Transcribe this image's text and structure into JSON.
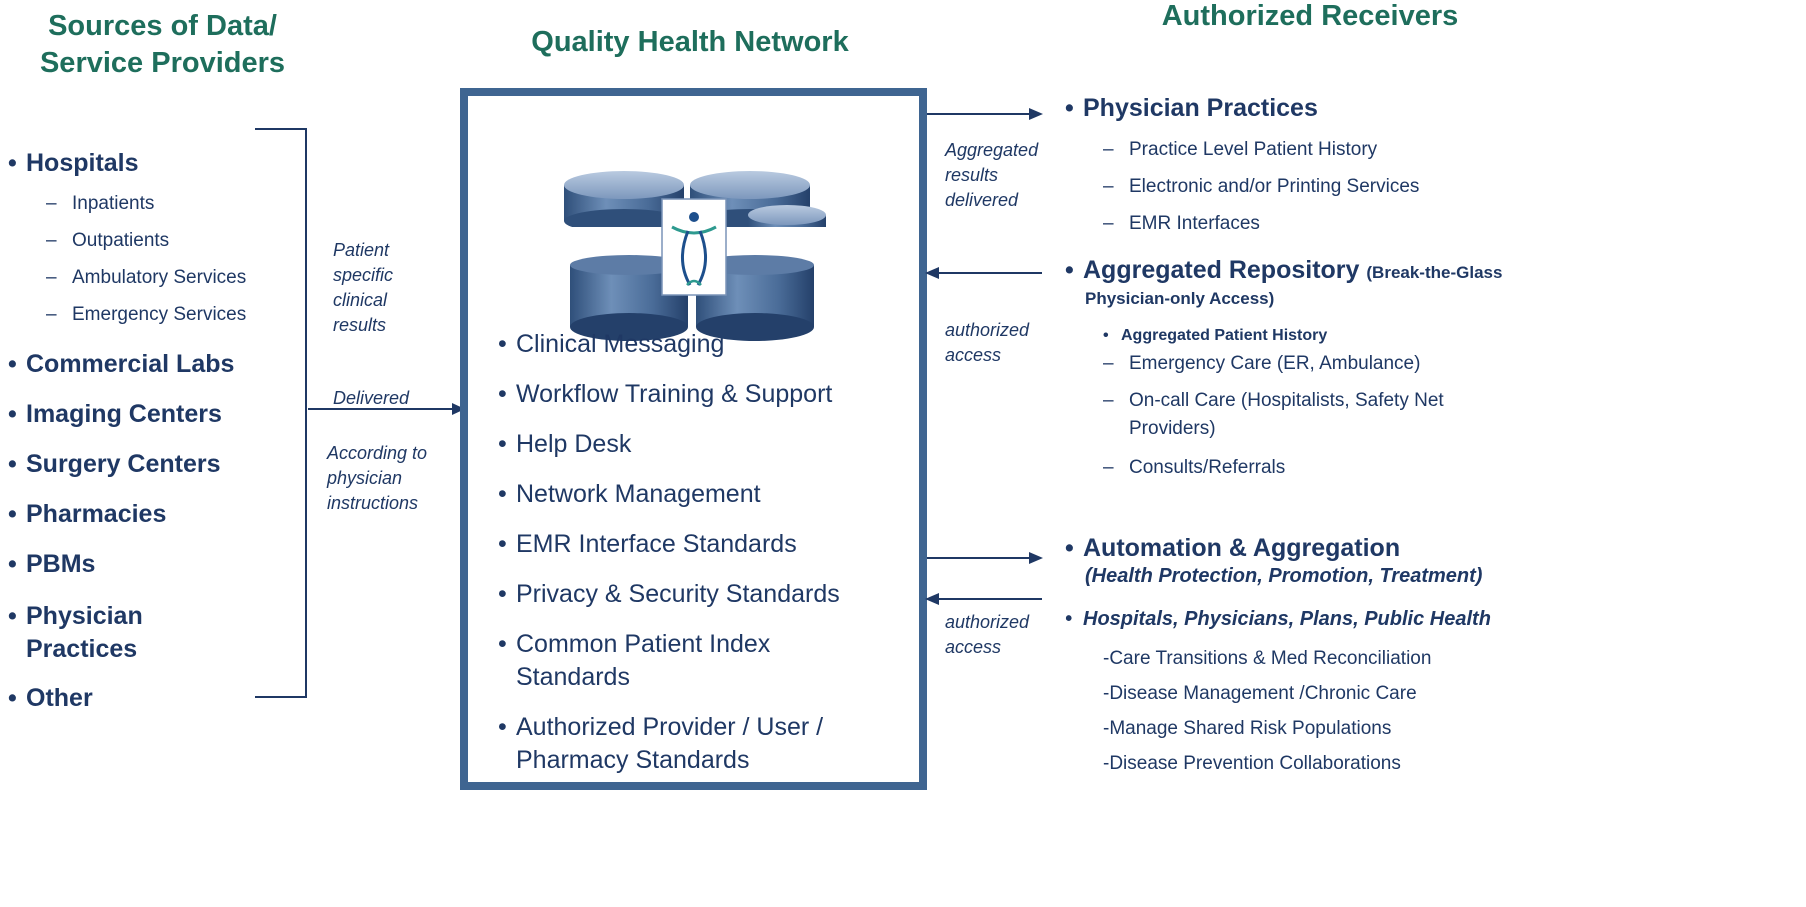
{
  "headers": {
    "sources": [
      "Sources of Data/",
      "Service Providers"
    ],
    "network": "Quality Health Network",
    "receivers": "Authorized Receivers"
  },
  "sources": {
    "hospitals": "Hospitals",
    "hospital_subs": [
      "Inpatients",
      "Outpatients",
      "Ambulatory Services",
      "Emergency Services"
    ],
    "others": [
      "Commercial Labs",
      "Imaging Centers",
      "Surgery Centers",
      "Pharmacies",
      "PBMs"
    ],
    "physician_practices": [
      "Physician",
      "Practices"
    ],
    "other": "Other"
  },
  "notes": {
    "patient_specific": [
      "Patient",
      "specific",
      "clinical",
      "results"
    ],
    "delivered": "Delivered",
    "according": [
      "According to",
      "physician",
      "instructions"
    ],
    "aggregated_results": [
      "Aggregated",
      "results",
      "delivered"
    ],
    "authorized_access_1": [
      "authorized",
      "access"
    ],
    "authorized_access_2": [
      "authorized",
      "access"
    ]
  },
  "services": [
    [
      "Clinical Messaging"
    ],
    [
      "Workflow Training & Support"
    ],
    [
      "Help Desk"
    ],
    [
      "Network Management"
    ],
    [
      "EMR Interface Standards"
    ],
    [
      "Privacy & Security Standards"
    ],
    [
      "Common Patient Index",
      "Standards"
    ],
    [
      "Authorized Provider / User /",
      "Pharmacy Standards"
    ]
  ],
  "receivers": {
    "physician_practices": {
      "title": "Physician Practices",
      "items": [
        "Practice Level Patient History",
        "Electronic and/or Printing Services",
        "EMR Interfaces"
      ]
    },
    "repository": {
      "title": "Aggregated Repository",
      "qualifier": "(Break-the-Glass",
      "qualifier2": "Physician-only Access)",
      "bold_item": "Aggregated Patient History",
      "items": [
        [
          "Emergency Care (ER, Ambulance)"
        ],
        [
          "On-call Care (Hospitalists, Safety Net",
          "Providers)"
        ],
        [
          "Consults/Referrals"
        ]
      ]
    },
    "automation": {
      "title": "Automation & Aggregation",
      "subtitle": "(Health Protection, Promotion, Treatment)"
    },
    "partners": {
      "title": "Hospitals, Physicians, Plans, Public Health",
      "items": [
        "-Care Transitions & Med Reconciliation",
        "-Disease Management /Chronic Care",
        "-Manage Shared Risk Populations",
        "-Disease Prevention Collaborations"
      ]
    }
  },
  "colors": {
    "header_green": "#1e6e5c",
    "text_navy": "#1f3864",
    "box_border": "#3f6591"
  },
  "icons": [
    "database-cluster-icon",
    "health-logo-icon"
  ]
}
